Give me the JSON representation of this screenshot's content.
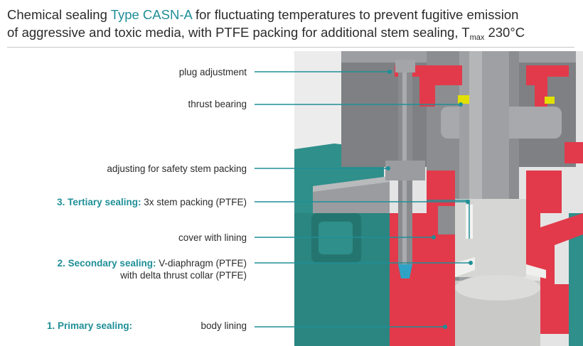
{
  "header": {
    "title_prefix": "Chemical sealing ",
    "title_type": "Type CASN-A",
    "title_middle": " for fluctuating temperatures to prevent fugitive emission",
    "title_line2": "of aggressive and toxic media, with PTFE packing for additional stem sealing, T",
    "title_sub": "max",
    "title_end": " 230°C"
  },
  "labels": {
    "plug_adjustment": "plug adjustment",
    "thrust_bearing": "thrust bearing",
    "adjusting_safety": "adjusting for safety stem packing",
    "tertiary_name": "3. Tertiary sealing:",
    "tertiary_desc": " 3x stem packing (PTFE)",
    "cover_lining": "cover with lining",
    "secondary_name": "2. Secondary sealing:",
    "secondary_desc": " V-diaphragm (PTFE)",
    "secondary_line2": "with delta thrust collar (PTFE)",
    "primary_name": "1. Primary sealing:",
    "body_lining": "body lining"
  },
  "colors": {
    "accent": "#1f8f97",
    "teal_body": "#2f8f8a",
    "ptfe_red": "#e23a4a",
    "steel": "#8e9093",
    "thrust_yellow": "#e2e000"
  }
}
